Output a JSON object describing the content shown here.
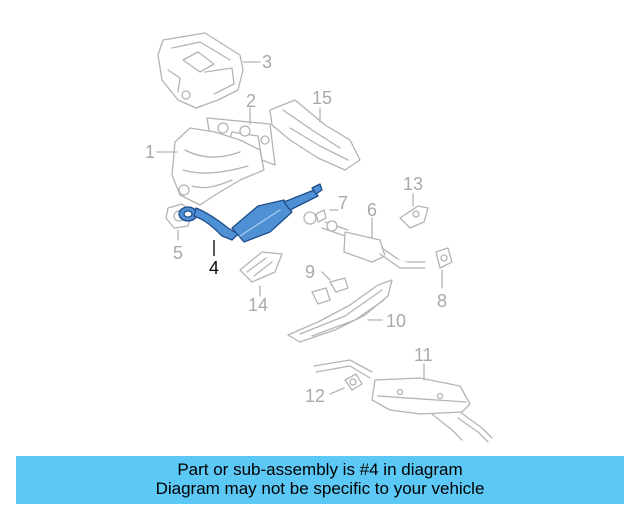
{
  "callouts": {
    "c1": "1",
    "c2": "2",
    "c3": "3",
    "c4": "4",
    "c5": "5",
    "c6": "6",
    "c7": "7",
    "c8": "8",
    "c9": "9",
    "c10": "10",
    "c11": "11",
    "c12": "12",
    "c13": "13",
    "c14": "14",
    "c15": "15"
  },
  "highlight_part": "4",
  "colors": {
    "highlight": "#4f8fd4",
    "banner": "#5bc8f5",
    "outline": "#b4b4b4"
  },
  "banner": {
    "line1": "Part or sub-assembly is #4 in diagram",
    "line2": "Diagram may not be specific to your vehicle"
  }
}
